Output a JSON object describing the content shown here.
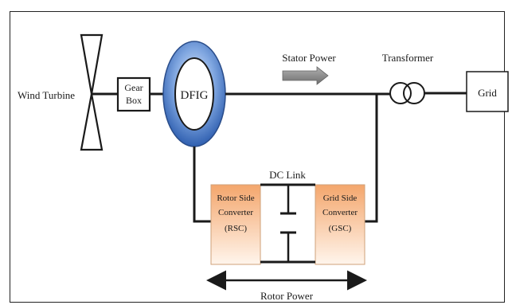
{
  "diagram": {
    "wind_turbine_label": "Wind Turbine",
    "gearbox_label_line1": "Gear",
    "gearbox_label_line2": "Box",
    "dfig_label": "DFIG",
    "stator_power_label": "Stator Power",
    "transformer_label": "Transformer",
    "grid_label": "Grid",
    "dc_link_label": "DC Link",
    "rsc_label_line1": "Rotor Side",
    "rsc_label_line2": "Converter",
    "rsc_label_line3": "(RSC)",
    "gsc_label_line1": "Grid Side",
    "gsc_label_line2": "Converter",
    "gsc_label_line3": "(GSC)",
    "rotor_power_label": "Rotor Power"
  },
  "colors": {
    "converter_top": "#f6b07a",
    "converter_bottom": "#fff6ee",
    "dfig_outer": "#3f72c4",
    "dfig_inner": "#ffffff",
    "arrow_gray": "#888888",
    "line": "#1a1a1a"
  }
}
